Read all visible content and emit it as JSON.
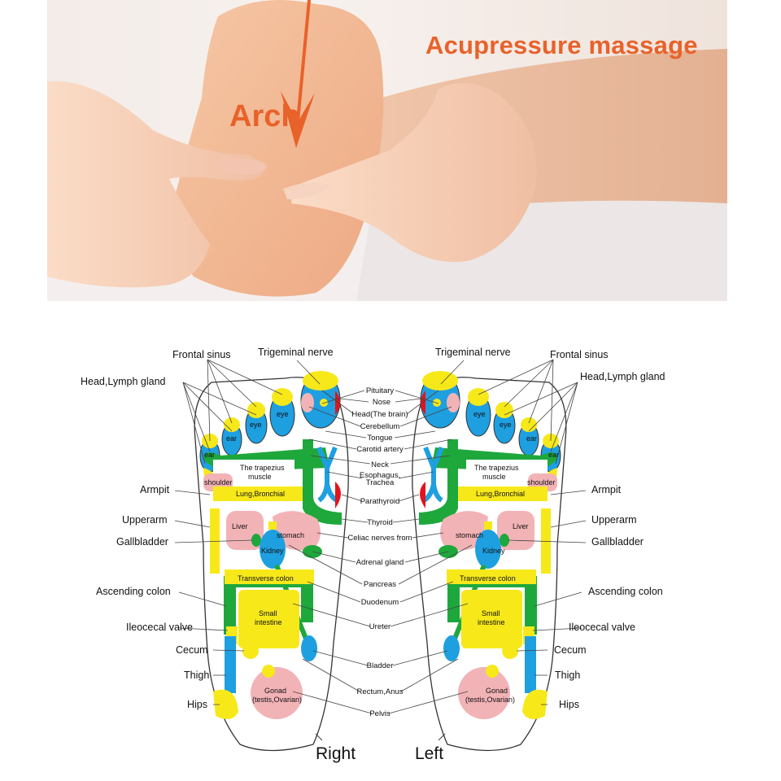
{
  "photo": {
    "caption_main": "Acupressure massage",
    "caption_arch": "Arch",
    "accent_color": "#e8622a"
  },
  "chart": {
    "feet": {
      "right": "Right",
      "left": "Left"
    },
    "left_side_labels": {
      "frontal_sinus": "Frontal sinus",
      "head_lymph": "Head,Lymph gland",
      "armpit": "Armpit",
      "upperarm": "Upperarm",
      "gallbladder": "Gallbladder",
      "ascending_colon": "Ascending colon",
      "ileocecal": "Ileocecal valve",
      "cecum": "Cecum",
      "thigh": "Thigh",
      "hips": "Hips"
    },
    "center_labels": {
      "trigeminal": "Trigeminal nerve",
      "pituitary": "Pituitary",
      "nose": "Nose",
      "head_brain": "Head(The brain)",
      "cerebellum": "Cerebellum",
      "tongue": "Tongue",
      "carotid": "Carotid artery",
      "neck": "Neck",
      "esophagus1": "Esophagus,",
      "esophagus2": "Trachea",
      "parathyroid": "Parathyroid",
      "thyroid": "Thyroid",
      "celiac": "Celiac nerves from",
      "adrenal": "Adrenal gland",
      "pancreas": "Pancreas",
      "duodenum": "Duodenum",
      "ureter": "Ureter",
      "bladder": "Bladder",
      "rectum": "Rectum,Anus",
      "pelvis": "Pelvis"
    },
    "zone_labels": {
      "eye": "eye",
      "ear": "ear",
      "trapezius1": "The trapezius",
      "trapezius2": "muscle",
      "shoulder": "shoulder",
      "lung": "Lung,Bronchial",
      "liver": "Liver",
      "stomach": "stomach",
      "kidney": "Kidney",
      "transverse": "Transverse colon",
      "small1": "Small",
      "small2": "intestine",
      "gonad1": "Gonad",
      "gonad2": "(testis,Ovarian)"
    },
    "colors": {
      "yellow": "#f7e81a",
      "blue": "#1e9fe0",
      "green": "#1ea83c",
      "pink": "#f2b3b6",
      "red": "#e3141c"
    }
  }
}
